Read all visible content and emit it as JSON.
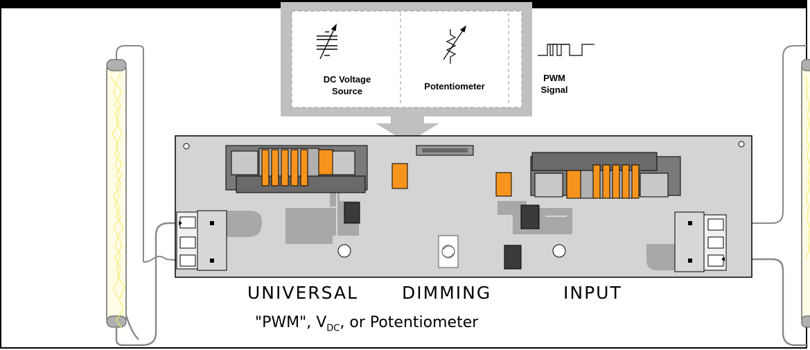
{
  "options": [
    {
      "id": "dc",
      "label_line1": "DC Voltage",
      "label_line2": "Source",
      "icon": "variable-capacitor-icon"
    },
    {
      "id": "pot",
      "label_line1": "Potentiometer",
      "label_line2": "",
      "icon": "potentiometer-icon"
    },
    {
      "id": "pwm",
      "label_line1": "PWM",
      "label_line2": "Signal",
      "icon": "pwm-waveform-icon"
    }
  ],
  "title": {
    "word1": "UNIVERSAL",
    "word2": "DIMMING",
    "word3": "INPUT"
  },
  "subtitle": {
    "part1": "\"PWM\", V",
    "subscript": "DC",
    "part2": ", or Potentiometer"
  },
  "colors": {
    "board": "#d4d4d4",
    "connector_pin": "#f7941d",
    "panel_gray": "#c0c0c0",
    "dark_part": "#3a3a3a",
    "lamp_glow": "#f5ee66"
  }
}
